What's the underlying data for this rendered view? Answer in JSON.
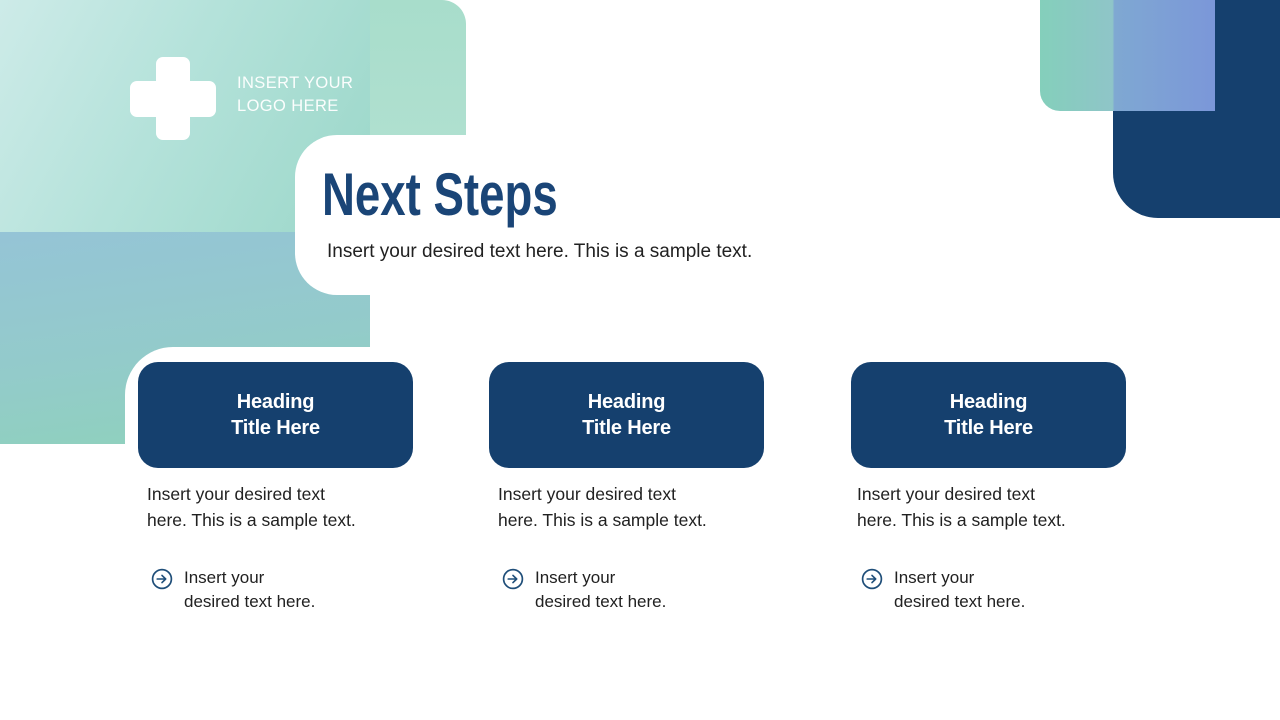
{
  "logo": {
    "icon": "medical-cross-icon",
    "lines": [
      "INSERT YOUR",
      "LOGO HERE"
    ]
  },
  "header": {
    "title": "Next Steps",
    "subtitle": "Insert your desired text here. This is a sample text."
  },
  "columns": [
    {
      "heading_lines": [
        "Heading",
        "Title Here"
      ],
      "body_lines": [
        "Insert your desired text",
        "here. This is a sample text."
      ],
      "bullet": {
        "icon": "arrow-right-circle-icon",
        "lines": [
          "Insert your",
          "desired text here."
        ]
      }
    },
    {
      "heading_lines": [
        "Heading",
        "Title Here"
      ],
      "body_lines": [
        "Insert your desired text",
        "here. This is a sample text."
      ],
      "bullet": {
        "icon": "arrow-right-circle-icon",
        "lines": [
          "Insert your",
          "desired text here."
        ]
      }
    },
    {
      "heading_lines": [
        "Heading",
        "Title Here"
      ],
      "body_lines": [
        "Insert your desired text",
        "here. This is a sample text."
      ],
      "bullet": {
        "icon": "arrow-right-circle-icon",
        "lines": [
          "Insert your",
          "desired text here."
        ]
      }
    }
  ],
  "colors": {
    "navy": "#15406e",
    "title_navy": "#1a4577",
    "body_text": "#212121",
    "mint_light": "#cdebe8",
    "mint_medium": "#9bd7c9",
    "teal_blue_top": "#95c4d6",
    "teal_green_bottom": "#8ed2ba",
    "gradient_teal": "#84cfbb",
    "gradient_blue": "#7b97d9",
    "icon_stroke": "#1f4e79"
  }
}
